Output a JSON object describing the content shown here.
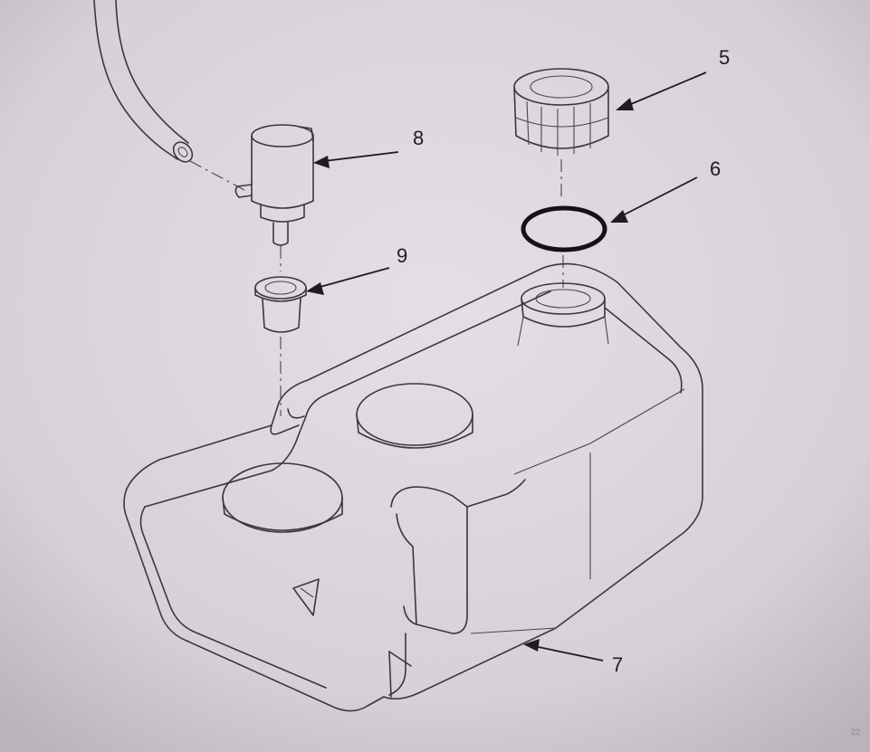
{
  "colors": {
    "paper": "#d9d4da",
    "ink": "#3a3740",
    "callout": "#1e1c22"
  },
  "callouts": {
    "c5": "5",
    "c6": "6",
    "c7": "7",
    "c8": "8",
    "c9": "9"
  },
  "corner_code": "22"
}
